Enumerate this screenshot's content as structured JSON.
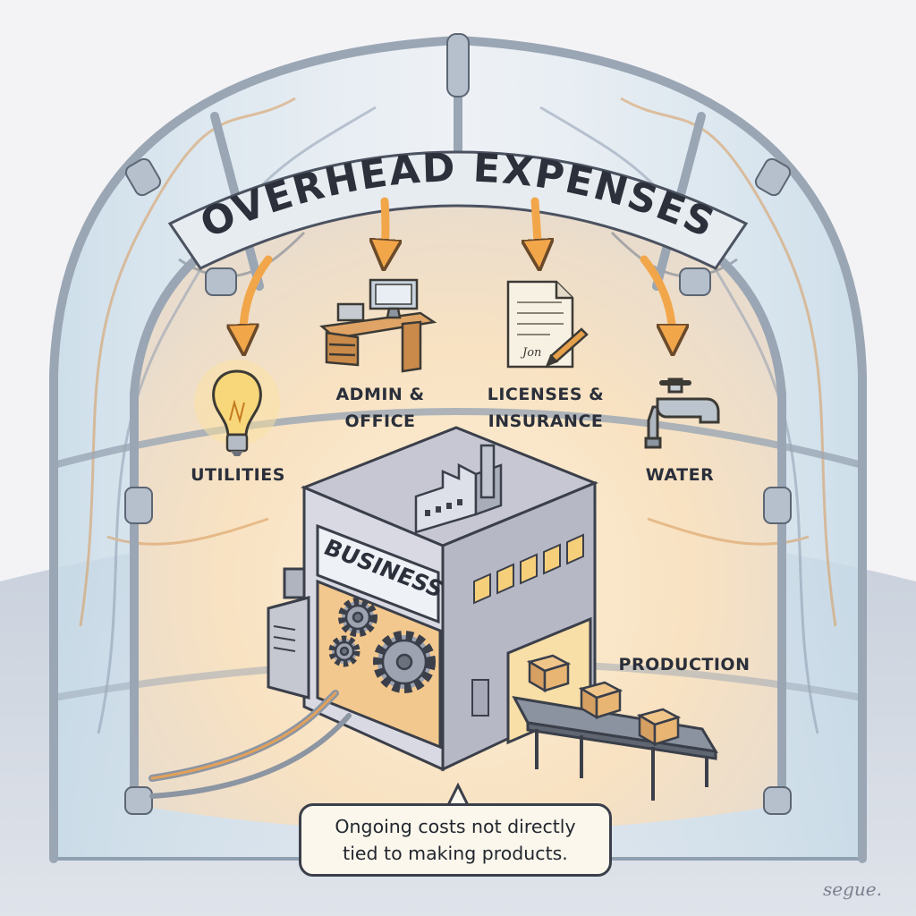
{
  "title": "OVERHEAD EXPENSES",
  "categories": {
    "utilities": "UTILITIES",
    "admin_office": [
      "ADMIN &",
      "OFFICE"
    ],
    "licenses_insurance": [
      "LICENSES &",
      "INSURANCE"
    ],
    "water": "WATER",
    "production": "PRODUCTION"
  },
  "building_sign": "BUSINESS",
  "caption": [
    "Ongoing costs not directly",
    "tied to making products."
  ],
  "signature": "segue.",
  "document_signature": "Jon",
  "colors": {
    "arrow": "#f2a64a",
    "dome_glass": "#cfe0ea",
    "dome_frame": "#9aa6b4",
    "interior_glow": "#fbe6c4",
    "building_wall": "#d5d6e0",
    "panel_orange": "#f2c88e"
  },
  "icons": [
    "lightbulb-icon",
    "office-desk-icon",
    "document-icon",
    "water-faucet-icon",
    "factory-icon",
    "gear-icon",
    "box-icon"
  ]
}
